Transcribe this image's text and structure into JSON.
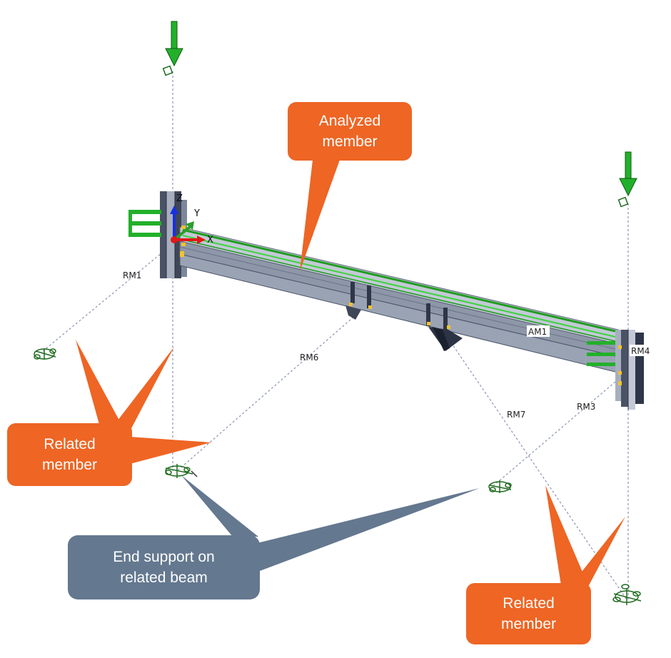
{
  "colors": {
    "callout_orange": "#ee6524",
    "callout_slate": "#64788f",
    "beam_gray": "#8e97a8",
    "beam_dark": "#3e4658",
    "load_green": "#22b02a",
    "support_green": "#1e6b1e",
    "axis_x": "#e01818",
    "axis_y": "#2aa02a",
    "axis_z": "#1830e0",
    "bolt_yellow": "#f2c230"
  },
  "axes": {
    "x": "X",
    "y": "Y",
    "z": "Z"
  },
  "member_labels": {
    "am1": "AM1",
    "rm1": "RM1",
    "rm3": "RM3",
    "rm4": "RM4",
    "rm6": "RM6",
    "rm7": "RM7"
  },
  "callouts": {
    "analyzed_member": "Analyzed\nmember",
    "related_member_left": "Related\nmember",
    "end_support": "End support on\nrelated beam",
    "related_member_right": "Related\nmember"
  },
  "icons": [
    "load-arrow-icon",
    "support-pin-icon",
    "axis-triad-icon"
  ]
}
